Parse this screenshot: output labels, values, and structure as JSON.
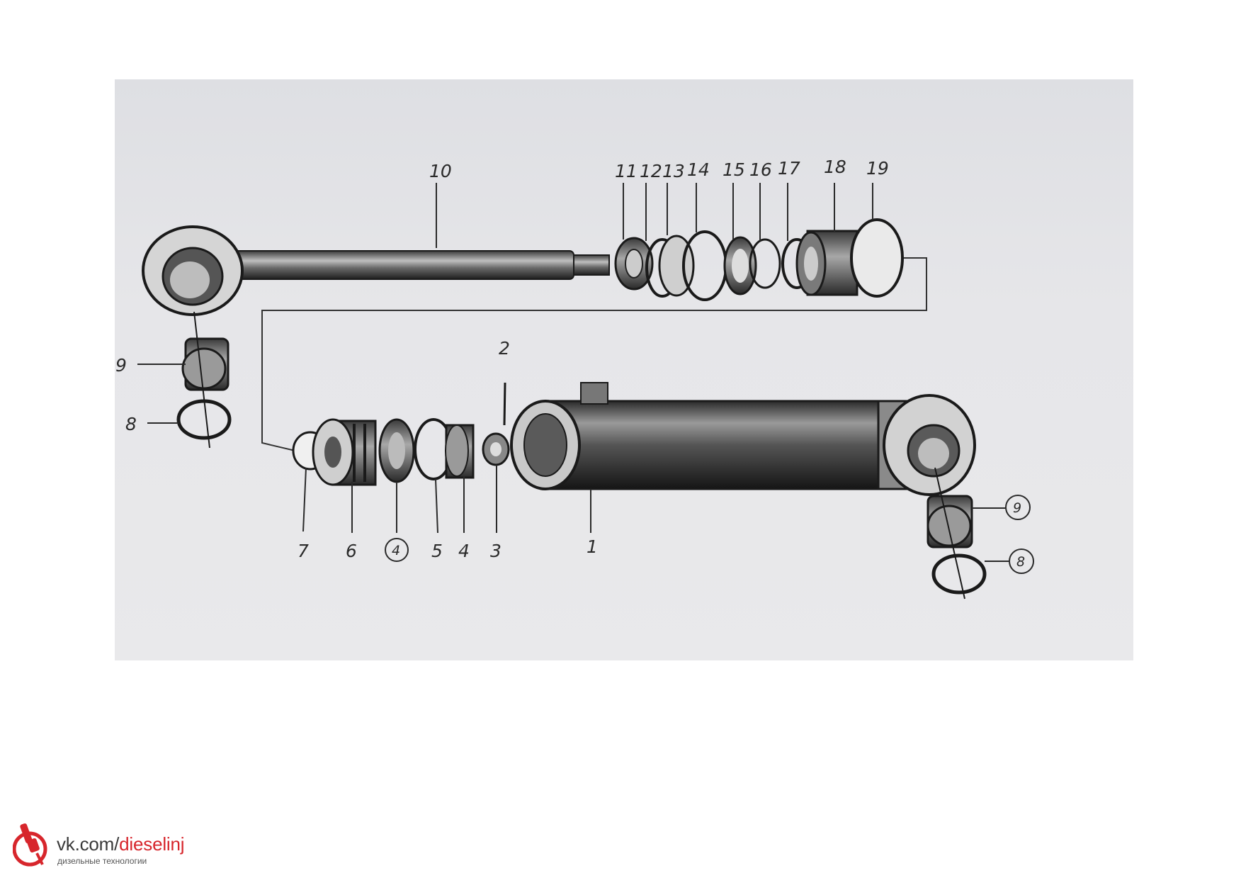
{
  "labels": {
    "l10": "10",
    "l11": "11",
    "l12": "12",
    "l13": "13",
    "l14": "14",
    "l15": "15",
    "l16": "16",
    "l17": "17",
    "l18": "18",
    "l19": "19",
    "l9a": "9",
    "l8a": "8",
    "l2": "2",
    "l7": "7",
    "l6": "6",
    "l4c": "4",
    "l5": "5",
    "l4": "4",
    "l3": "3",
    "l1": "1",
    "l9b": "9",
    "l8b": "8"
  },
  "watermark": {
    "site": "vk.com/",
    "group": "dieselinj",
    "subtitle": "дизельные технологии",
    "accent_color": "#d7262c"
  }
}
